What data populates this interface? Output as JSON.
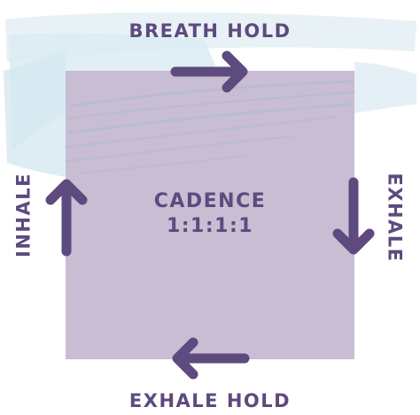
{
  "labels": {
    "top": "BREATH HOLD",
    "right": "EXHALE",
    "bottom": "EXHALE HOLD",
    "left": "INHALE"
  },
  "center": {
    "title": "CADENCE",
    "ratio": "1:1:1:1"
  },
  "arrows": [
    {
      "name": "arrow-right-icon",
      "direction": "right"
    },
    {
      "name": "arrow-down-icon",
      "direction": "down"
    },
    {
      "name": "arrow-left-icon",
      "direction": "left"
    },
    {
      "name": "arrow-up-icon",
      "direction": "up"
    }
  ],
  "colors": {
    "square": "#c8bdd3",
    "text": "#5d4a7e",
    "arrow": "#5d4a7e",
    "brush": "#d8e9f1"
  }
}
